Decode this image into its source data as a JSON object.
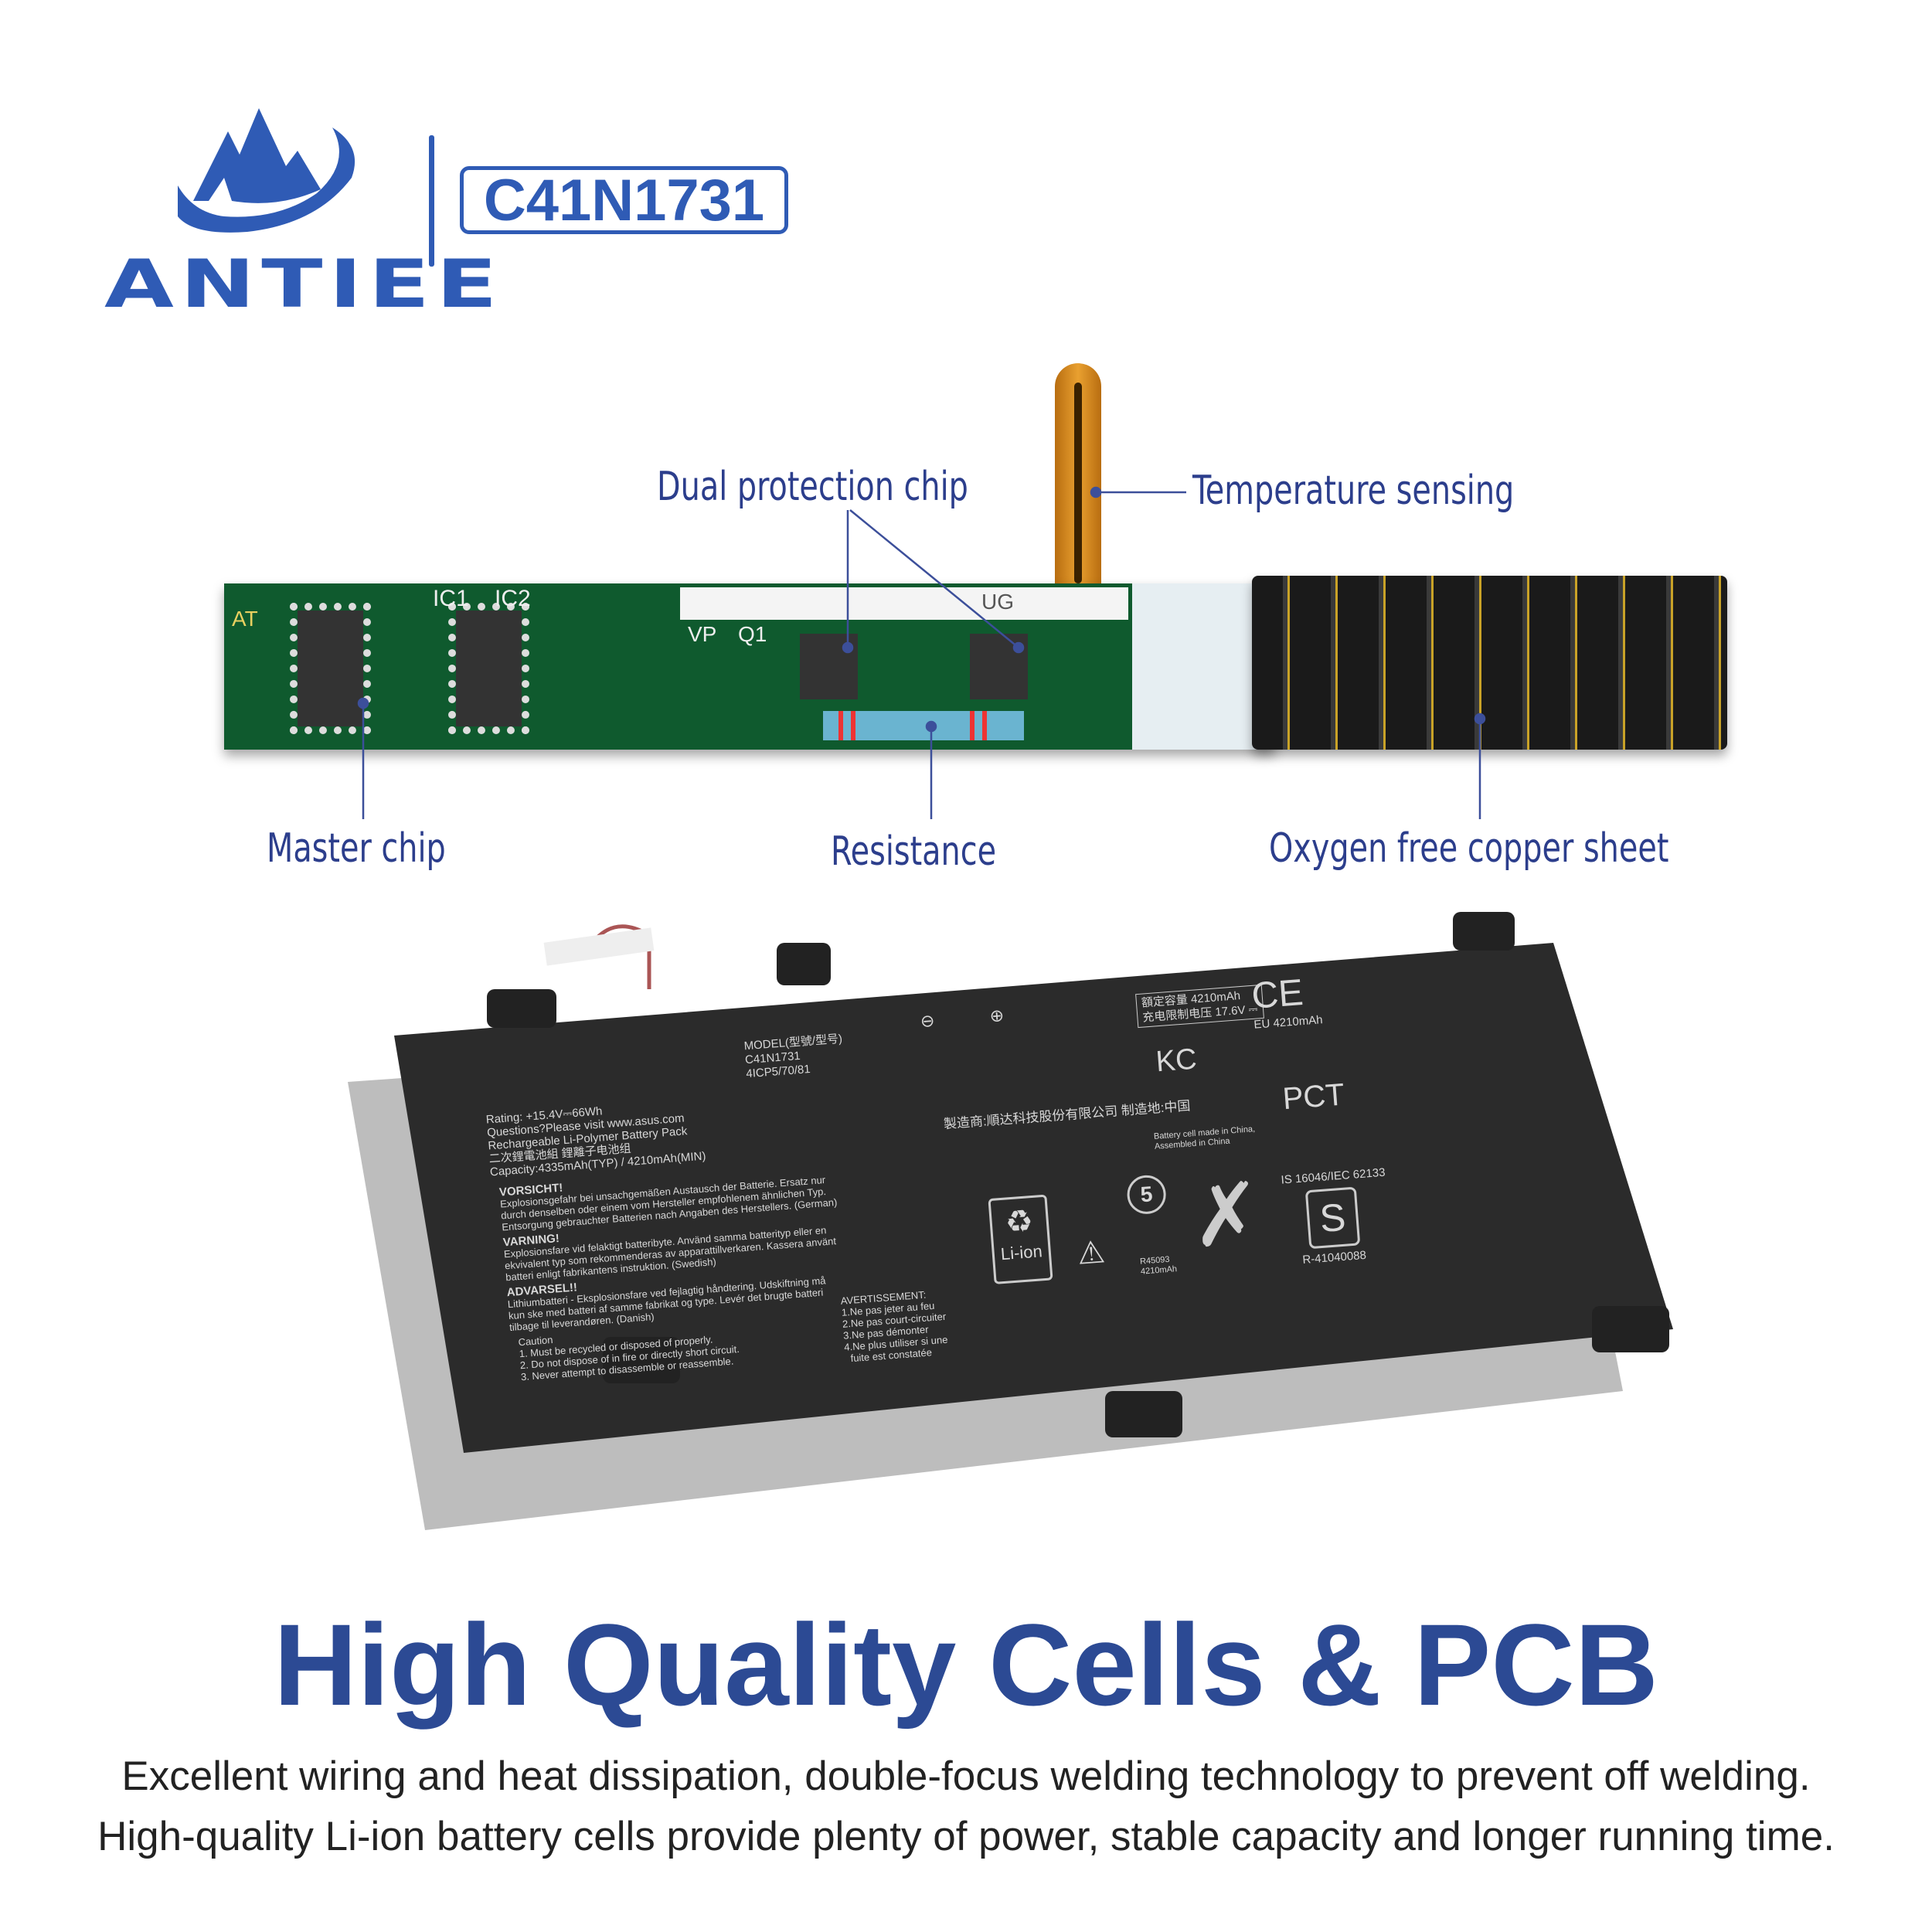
{
  "brand": {
    "name": "ANTIEE",
    "logo_icon": "mountain-swoosh-logo",
    "color": "#2f5bb5"
  },
  "model_badge": "C41N1731",
  "callouts": {
    "dual_protection_chip": "Dual protection chip",
    "temperature_sensing": "Temperature sensing",
    "master_chip": "Master chip",
    "resistance": "Resistance",
    "oxygen_free_copper_sheet": "Oxygen free copper sheet"
  },
  "pcb_silkscreen": {
    "ic1": "IC1",
    "ic2": "IC2",
    "vp": "VP",
    "q1": "Q1",
    "at": "AT",
    "ug": "UG"
  },
  "battery_label": {
    "model_header": "MODEL(型號/型号)",
    "model": "C41N1731",
    "cell_code": "4ICP5/70/81",
    "rating": "Rating: +15.4V⎓66Wh",
    "questions": "Questions?Please visit www.asus.com",
    "pack_type": "Rechargeable Li-Polymer Battery Pack",
    "cn_type": "二次鋰電池組 鋰離子电池组",
    "capacity": "Capacity:4335mAh(TYP) / 4210mAh(MIN)",
    "vorsicht_title": "VORSICHT!",
    "vorsicht_text": "Explosionsgefahr bei unsachgemäßen Austausch der Batterie. Ersatz nur\ndurch denselben oder einem vom Hersteller empfohlenem ähnlichen Typ.\nEntsorgung gebrauchter Batterien nach Angaben des Herstellers. (German)",
    "varning_title": "VARNING!",
    "varning_text": "Explosionsfare vid felaktigt batteribyte. Använd samma batterityp eller en\nekvivalent typ som rekommenderas av apparattillverkaren. Kassera använt\nbatteri enligt fabrikantens instruktion. (Swedish)",
    "advarsel_title": "ADVARSEL!!",
    "advarsel_text": "Lithiumbatteri - Eksplosionsfare ved fejlagtig håndtering. Udskiftning må\nkun ske med batteri af samme fabrikat og type. Levér det brugte batteri\ntilbage til leverandøren. (Danish)",
    "caution_title": "Caution",
    "caution_text": "1. Must be recycled or disposed of properly.\n2. Do not dispose of in fire or directly short circuit.\n3. Never attempt to disassemble or reassemble.",
    "avertissement_title": "AVERTISSEMENT:",
    "avertissement_text": "1.Ne pas jeter au feu\n2.Ne pas court-circuiter\n3.Ne pas démonter\n4.Ne plus utiliser si une\n  fuite est constatée",
    "cn_manufacturer": "製造商:順达科技股份有限公司 制造地:中国",
    "rated_capacity": "額定容量 4210mAh",
    "charge_limit": "充电限制电压 17.6V ⎓",
    "eu_capacity": "EU 4210mAh",
    "ce_mark": "CE",
    "kc_mark": "KC",
    "kc_info": "Battery cell made in China,\nAssembled in China",
    "liion": "Li-ion",
    "rohs_5": "5",
    "r_code": "R45093\n4210mAh",
    "is_standard": "IS 16046/IEC 62133",
    "r_number": "R-41040088",
    "minus": "⊖",
    "plus": "⊕"
  },
  "headline": "High Quality Cells & PCB",
  "description": {
    "line1": "Excellent wiring and heat dissipation, double-focus welding technology to prevent off welding.",
    "line2": "High-quality Li-ion battery cells provide plenty of power, stable capacity and longer running time."
  },
  "colors": {
    "accent": "#2c4a94",
    "callout": "#2c3e8c",
    "pcb_green": "#0f5a2e",
    "battery": "#2b2b2b"
  }
}
